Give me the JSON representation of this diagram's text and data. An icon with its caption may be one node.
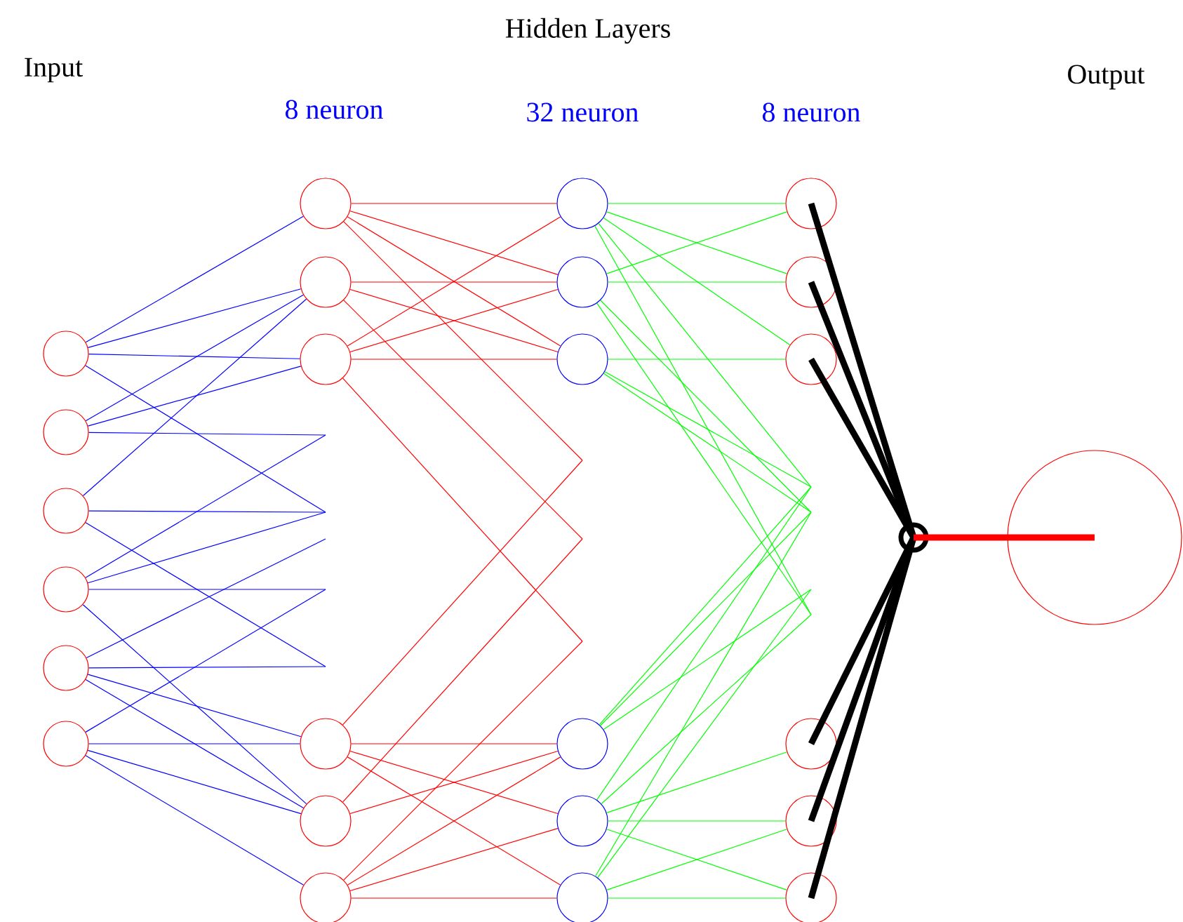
{
  "diagram": {
    "nodes": [
      {
        "text": [],
        "shape": "circle"
      },
      {
        "text": [],
        "shape": "circle"
      },
      {
        "text": [],
        "shape": "circle"
      },
      {
        "text": [],
        "shape": "circle"
      },
      {
        "text": [],
        "shape": "circle"
      },
      {
        "text": [],
        "shape": "circle"
      },
      {
        "text": [],
        "shape": "circle"
      },
      {
        "text": [],
        "shape": "circle"
      },
      {
        "text": [],
        "shape": "circle"
      },
      {
        "text": [],
        "shape": "circle"
      },
      {
        "text": [],
        "shape": "circle"
      },
      {
        "text": [],
        "shape": "circle"
      },
      {
        "text": [],
        "shape": "circle"
      },
      {
        "text": [],
        "shape": "circle"
      },
      {
        "text": [],
        "shape": "circle"
      },
      {
        "text": [],
        "shape": "circle"
      },
      {
        "text": [],
        "shape": "circle"
      },
      {
        "text": [],
        "shape": "circle"
      },
      {
        "text": [],
        "shape": "circle"
      },
      {
        "text": [],
        "shape": "circle"
      },
      {
        "text": [],
        "shape": "circle"
      },
      {
        "text": [],
        "shape": "circle"
      },
      {
        "text": [],
        "shape": "circle"
      },
      {
        "text": [],
        "shape": "circle"
      },
      {
        "text": [],
        "shape": "circle"
      },
      {
        "text": [],
        "shape": "circle"
      }
    ],
    "edges": [
      {
        "from": 0,
        "to": 6,
        "arrow": "none",
        "color": "#0000ff"
      },
      {
        "from": 0,
        "to": 7,
        "arrow": "none",
        "color": "#0000ff"
      },
      {
        "from": 0,
        "to": 8,
        "arrow": "none",
        "color": "#0000ff"
      },
      {
        "from": 0,
        "to": null,
        "arrow": "none",
        "color": "#0000ff"
      },
      {
        "from": 1,
        "to": 7,
        "arrow": "none",
        "color": "#0000ff"
      },
      {
        "from": 1,
        "to": 8,
        "arrow": "none",
        "color": "#0000ff"
      },
      {
        "from": 1,
        "to": null,
        "arrow": "none",
        "color": "#0000ff"
      },
      {
        "from": 2,
        "to": 7,
        "arrow": "none",
        "color": "#0000ff"
      },
      {
        "from": 2,
        "to": null,
        "arrow": "none",
        "color": "#0000ff"
      },
      {
        "from": 2,
        "to": null,
        "arrow": "none",
        "color": "#0000ff"
      },
      {
        "from": 3,
        "to": null,
        "arrow": "none",
        "color": "#0000ff"
      },
      {
        "from": 3,
        "to": null,
        "arrow": "none",
        "color": "#0000ff"
      },
      {
        "from": 3,
        "to": null,
        "arrow": "none",
        "color": "#0000ff"
      },
      {
        "from": 3,
        "to": 10,
        "arrow": "none",
        "color": "#0000ff"
      },
      {
        "from": 4,
        "to": null,
        "arrow": "none",
        "color": "#0000ff"
      },
      {
        "from": 4,
        "to": null,
        "arrow": "none",
        "color": "#0000ff"
      },
      {
        "from": 4,
        "to": 9,
        "arrow": "none",
        "color": "#0000ff"
      },
      {
        "from": 4,
        "to": 10,
        "arrow": "none",
        "color": "#0000ff"
      },
      {
        "from": 5,
        "to": null,
        "arrow": "none",
        "color": "#0000ff"
      },
      {
        "from": 5,
        "to": 9,
        "arrow": "none",
        "color": "#0000ff"
      },
      {
        "from": 5,
        "to": 10,
        "arrow": "none",
        "color": "#0000ff"
      },
      {
        "from": 5,
        "to": 11,
        "arrow": "none",
        "color": "#0000ff"
      },
      {
        "from": 6,
        "to": 12,
        "arrow": "none",
        "color": "#ff0000"
      },
      {
        "from": 6,
        "to": 13,
        "arrow": "none",
        "color": "#ff0000"
      },
      {
        "from": 6,
        "to": 14,
        "arrow": "none",
        "color": "#ff0000"
      },
      {
        "from": 6,
        "to": null,
        "arrow": "none",
        "color": "#ff0000"
      },
      {
        "from": 7,
        "to": 13,
        "arrow": "none",
        "color": "#ff0000"
      },
      {
        "from": 7,
        "to": 14,
        "arrow": "none",
        "color": "#ff0000"
      },
      {
        "from": 7,
        "to": null,
        "arrow": "none",
        "color": "#ff0000"
      },
      {
        "from": 8,
        "to": 12,
        "arrow": "none",
        "color": "#ff0000"
      },
      {
        "from": 8,
        "to": 13,
        "arrow": "none",
        "color": "#ff0000"
      },
      {
        "from": 8,
        "to": 14,
        "arrow": "none",
        "color": "#ff0000"
      },
      {
        "from": 8,
        "to": null,
        "arrow": "none",
        "color": "#ff0000"
      },
      {
        "from": 9,
        "to": null,
        "arrow": "none",
        "color": "#ff0000"
      },
      {
        "from": 9,
        "to": 15,
        "arrow": "none",
        "color": "#ff0000"
      },
      {
        "from": 9,
        "to": 16,
        "arrow": "none",
        "color": "#ff0000"
      },
      {
        "from": 9,
        "to": 17,
        "arrow": "none",
        "color": "#ff0000"
      },
      {
        "from": 10,
        "to": null,
        "arrow": "none",
        "color": "#ff0000"
      },
      {
        "from": 10,
        "to": 15,
        "arrow": "none",
        "color": "#ff0000"
      },
      {
        "from": 11,
        "to": null,
        "arrow": "none",
        "color": "#ff0000"
      },
      {
        "from": 11,
        "to": 15,
        "arrow": "none",
        "color": "#ff0000"
      },
      {
        "from": 11,
        "to": 16,
        "arrow": "none",
        "color": "#ff0000"
      },
      {
        "from": 11,
        "to": 17,
        "arrow": "none",
        "color": "#ff0000"
      },
      {
        "from": 12,
        "to": 18,
        "arrow": "none",
        "color": "#00ff00"
      },
      {
        "from": 12,
        "to": 19,
        "arrow": "none",
        "color": "#00ff00"
      },
      {
        "from": 12,
        "to": 20,
        "arrow": "none",
        "color": "#00ff00"
      },
      {
        "from": 12,
        "to": null,
        "arrow": "none",
        "color": "#00ff00"
      },
      {
        "from": 12,
        "to": null,
        "arrow": "none",
        "color": "#00ff00"
      },
      {
        "from": 13,
        "to": 18,
        "arrow": "none",
        "color": "#00ff00"
      },
      {
        "from": 13,
        "to": 19,
        "arrow": "none",
        "color": "#00ff00"
      },
      {
        "from": 13,
        "to": null,
        "arrow": "none",
        "color": "#00ff00"
      },
      {
        "from": 13,
        "to": null,
        "arrow": "none",
        "color": "#00ff00"
      },
      {
        "from": 14,
        "to": 20,
        "arrow": "none",
        "color": "#00ff00"
      },
      {
        "from": 14,
        "to": null,
        "arrow": "none",
        "color": "#00ff00"
      },
      {
        "from": 14,
        "to": null,
        "arrow": "none",
        "color": "#00ff00"
      },
      {
        "from": 15,
        "to": null,
        "arrow": "none",
        "color": "#00ff00"
      },
      {
        "from": 15,
        "to": null,
        "arrow": "none",
        "color": "#00ff00"
      },
      {
        "from": 15,
        "to": null,
        "arrow": "none",
        "color": "#00ff00"
      },
      {
        "from": 16,
        "to": null,
        "arrow": "none",
        "color": "#00ff00"
      },
      {
        "from": 16,
        "to": null,
        "arrow": "none",
        "color": "#00ff00"
      },
      {
        "from": 16,
        "to": 21,
        "arrow": "none",
        "color": "#00ff00"
      },
      {
        "from": 16,
        "to": 22,
        "arrow": "none",
        "color": "#00ff00"
      },
      {
        "from": 16,
        "to": 23,
        "arrow": "none",
        "color": "#00ff00"
      },
      {
        "from": 17,
        "to": null,
        "arrow": "none",
        "color": "#00ff00"
      },
      {
        "from": 17,
        "to": null,
        "arrow": "none",
        "color": "#00ff00"
      },
      {
        "from": 17,
        "to": 22,
        "arrow": "none",
        "color": "#00ff00"
      },
      {
        "from": 17,
        "to": 23,
        "arrow": "none",
        "color": "#00ff00"
      },
      {
        "from": 18,
        "to": 24,
        "arrow": "none",
        "style": "thick",
        "color": "#000000"
      },
      {
        "from": 19,
        "to": 24,
        "arrow": "none",
        "style": "thick",
        "color": "#000000"
      },
      {
        "from": 20,
        "to": 24,
        "arrow": "none",
        "style": "thick",
        "color": "#000000"
      },
      {
        "from": 21,
        "to": 24,
        "arrow": "none",
        "style": "thick",
        "color": "#000000"
      },
      {
        "from": 22,
        "to": 24,
        "arrow": "none",
        "style": "thick",
        "color": "#000000"
      },
      {
        "from": 23,
        "to": 24,
        "arrow": "none",
        "style": "thick",
        "color": "#000000"
      },
      {
        "from": 24,
        "to": 25,
        "arrow": "none",
        "style": "thick",
        "color": "#ff0000"
      }
    ],
    "labels": [
      "Hidden Layers",
      "Input",
      "Output",
      "8 neuron",
      "32 neuron",
      "8 neuron"
    ]
  }
}
